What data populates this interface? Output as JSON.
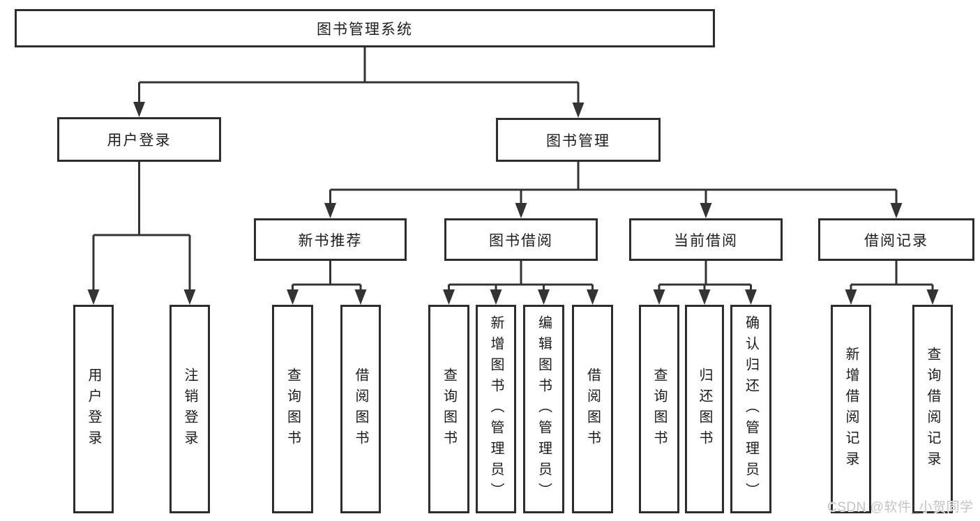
{
  "tree": {
    "root": "图书管理系统",
    "user_login": {
      "label": "用户登录",
      "children": {
        "login": "用户登录",
        "logout": "注销登录"
      }
    },
    "book_mgmt": {
      "label": "图书管理",
      "children": {
        "new_books": {
          "label": "新书推荐",
          "children": {
            "query": "查询图书",
            "borrow": "借阅图书"
          }
        },
        "borrowing": {
          "label": "图书借阅",
          "children": {
            "query": "查询图书",
            "add": "新增图书（管理员）",
            "edit": "编辑图书（管理员）",
            "borrow": "借阅图书"
          }
        },
        "current": {
          "label": "当前借阅",
          "children": {
            "query": "查询图书",
            "return": "归还图书",
            "confirm": "确认归还（管理员）"
          }
        },
        "records": {
          "label": "借阅记录",
          "children": {
            "add": "新增借阅记录",
            "query": "查询借阅记录"
          }
        }
      }
    }
  },
  "watermark": {
    "text": "CSDN @软件_小贺同学"
  },
  "colors": {
    "background": "#ffffff",
    "box_border": "#2d2d2d",
    "line": "#333333",
    "text": "#1c1c1c",
    "watermark": "#c3c3c3"
  }
}
